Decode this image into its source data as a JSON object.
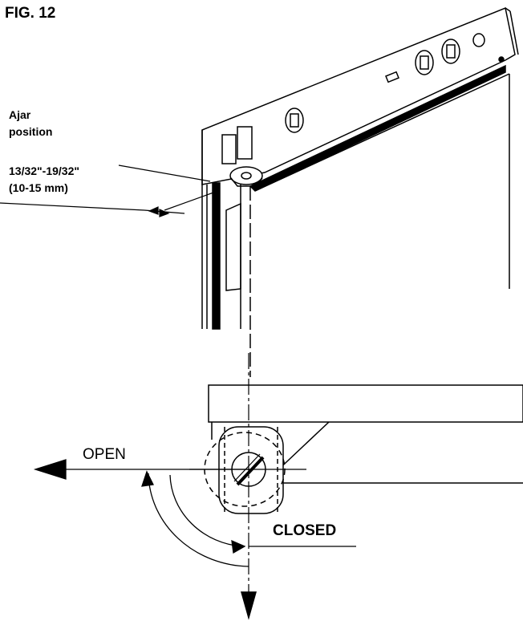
{
  "figure": {
    "label": "FIG. 12"
  },
  "callouts": {
    "ajar_line1": "Ajar",
    "ajar_line2": "position",
    "gap_line1": "13/32\"-19/32\"",
    "gap_line2": "(10-15 mm)"
  },
  "rotation": {
    "open_label": "OPEN",
    "closed_label": "CLOSED"
  }
}
